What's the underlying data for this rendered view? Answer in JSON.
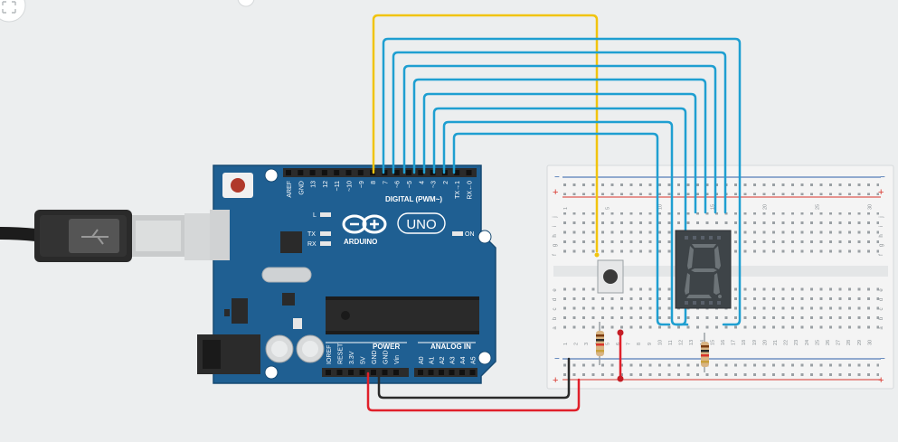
{
  "colors": {
    "background": "#eceeef",
    "board": "#1f5f92",
    "board_dark": "#174a73",
    "wire_blue": "#1f9fd1",
    "wire_yellow": "#f1c40f",
    "wire_red": "#e0202a",
    "wire_black": "#2a2a2a",
    "breadboard": "#f4f4f4",
    "rail_red": "#d9342b",
    "rail_blue": "#2b5ea7",
    "segment_display": "#3e4448"
  },
  "toolbar": {
    "fit_icon": "fit-view-icon"
  },
  "arduino": {
    "brand": "ARDUINO",
    "model": "UNO",
    "digital_label": "DIGITAL (PWM~)",
    "power_label": "POWER",
    "analog_label": "ANALOG IN",
    "led_l": "L",
    "led_tx": "TX",
    "led_rx": "RX",
    "led_on": "ON",
    "top_pins": [
      "AREF",
      "GND",
      "13",
      "12",
      "~11",
      "~10",
      "~9",
      "8",
      "7",
      "~6",
      "~5",
      "4",
      "~3",
      "2",
      "TX→1",
      "RX←0"
    ],
    "power_pins": [
      "IOREF",
      "RESET",
      "3.3V",
      "5V",
      "GND",
      "GND",
      "Vin"
    ],
    "analog_pins": [
      "A0",
      "A1",
      "A2",
      "A3",
      "A4",
      "A5"
    ]
  },
  "breadboard": {
    "rail_plus": "+",
    "rail_minus": "−",
    "row_letters_top": [
      "j",
      "i",
      "h",
      "g",
      "f"
    ],
    "row_letters_bottom": [
      "e",
      "d",
      "c",
      "b",
      "a"
    ],
    "column_numbers_top": [
      "1",
      "",
      "",
      "",
      "5",
      "",
      "",
      "",
      "",
      "10",
      "",
      "",
      "",
      "",
      "15",
      "",
      "",
      "",
      "",
      "20",
      "",
      "",
      "",
      "",
      "25",
      "",
      "",
      "",
      "",
      "30"
    ],
    "column_numbers_bottom": [
      "1",
      "2",
      "3",
      "4",
      "5",
      "6",
      "7",
      "8",
      "9",
      "10",
      "11",
      "12",
      "13",
      "14",
      "15",
      "16",
      "17",
      "18",
      "19",
      "20",
      "21",
      "22",
      "23",
      "24",
      "25",
      "26",
      "27",
      "28",
      "29",
      "30"
    ]
  },
  "display": {
    "digit": "8"
  }
}
